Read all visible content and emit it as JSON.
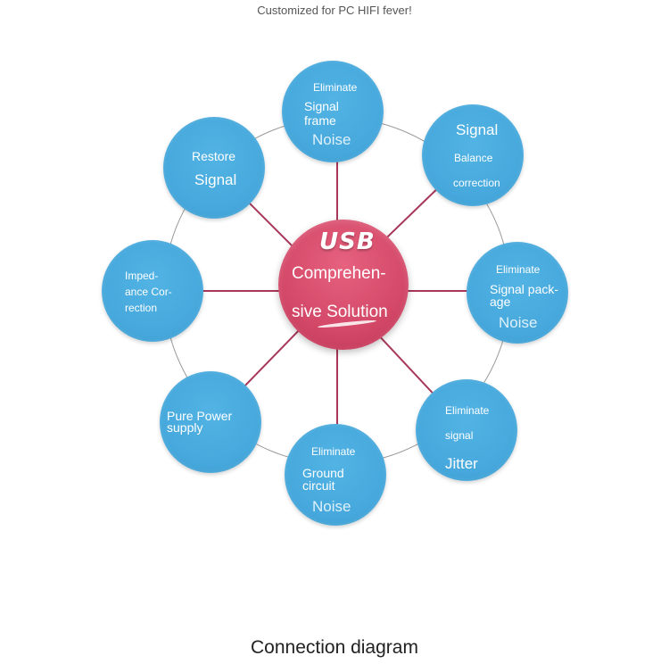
{
  "header": {
    "caption": "Customized for PC HIFI fever!"
  },
  "footer": {
    "caption": "Connection diagram"
  },
  "center": {
    "title": "USB",
    "line1": "Comprehen-",
    "line2": "sive Solution"
  },
  "nodes": {
    "top": {
      "line1": "Eliminate",
      "line2": "Signal",
      "line3": "frame",
      "line4": "Noise"
    },
    "top_right": {
      "line1": "Signal",
      "line2": "Balance",
      "line3": "correction"
    },
    "right": {
      "line1": "Eliminate",
      "line2": "Signal pack-",
      "line3": "age",
      "line4": "Noise"
    },
    "bottom_right": {
      "line1": "Eliminate",
      "line2": "signal",
      "line3": "Jitter"
    },
    "bottom": {
      "line1": "Eliminate",
      "line2": "Ground",
      "line3": "circuit",
      "line4": "Noise"
    },
    "bottom_left": {
      "line1": "Pure Power",
      "line2": "supply"
    },
    "left": {
      "line1": "Imped-",
      "line2": "ance Cor-",
      "line3": "rection"
    },
    "top_left": {
      "line1": "Restore",
      "line2": "Signal"
    }
  },
  "colors": {
    "node_fill": "#46a8dc",
    "center_fill": "#d44868",
    "spoke": "#a8385a",
    "ring": "#9a9a9a"
  }
}
